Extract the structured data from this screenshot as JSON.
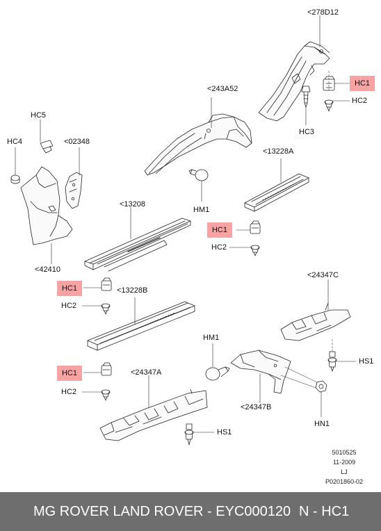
{
  "labels": {
    "p278D12": "<278D12",
    "p243A52": "<243A52",
    "p13228A": "<13228A",
    "p13208": "<13208",
    "p13228B": "<13228B",
    "p02348": "<02348",
    "p42410": "<42410",
    "p24347C": "<24347C",
    "p24347A": "<24347A",
    "p24347B": "<24347B",
    "hc1": "HC1",
    "hc2": "HC2",
    "hc3": "HC3",
    "hc4": "HC4",
    "hc5": "HC5",
    "hm1": "HM1",
    "hs1": "HS1",
    "hn1": "HN1"
  },
  "meta": {
    "code": "5010525",
    "date": "11-2009",
    "initials": "LJ",
    "ref": "P0201860-02"
  },
  "footer": {
    "title": "MG ROVER LAND ROVER - EYC000120",
    "part": "N - HC1"
  },
  "colors": {
    "highlight": "#f7a3a3",
    "footer_bg": "#6e6e6e",
    "line": "#222222"
  }
}
